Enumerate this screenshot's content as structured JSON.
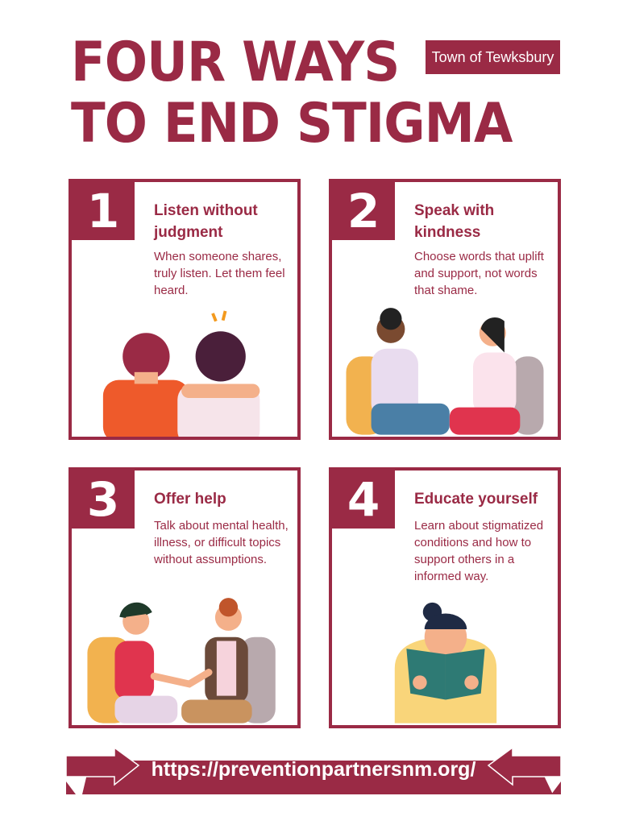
{
  "title": {
    "line1": "FOUR WAYS",
    "line2": "TO END STIGMA"
  },
  "badge": "Town of Tewksbury",
  "cards": [
    {
      "number": "1",
      "heading": "Listen without judgment",
      "text": "When someone shares, truly listen. Let them feel heard."
    },
    {
      "number": "2",
      "heading": "Speak with kindness",
      "text": "Choose words that uplift and support, not words that shame."
    },
    {
      "number": "3",
      "heading": "Offer help",
      "text": "Talk about mental health, illness, or difficult topics without assumptions."
    },
    {
      "number": "4",
      "heading": "Educate yourself",
      "text": "Learn about stigmatized conditions and how to support others in a informed way."
    }
  ],
  "footer": {
    "url": "https://preventionpartnersnm.org/"
  },
  "colors": {
    "brand": "#9a2a45"
  }
}
